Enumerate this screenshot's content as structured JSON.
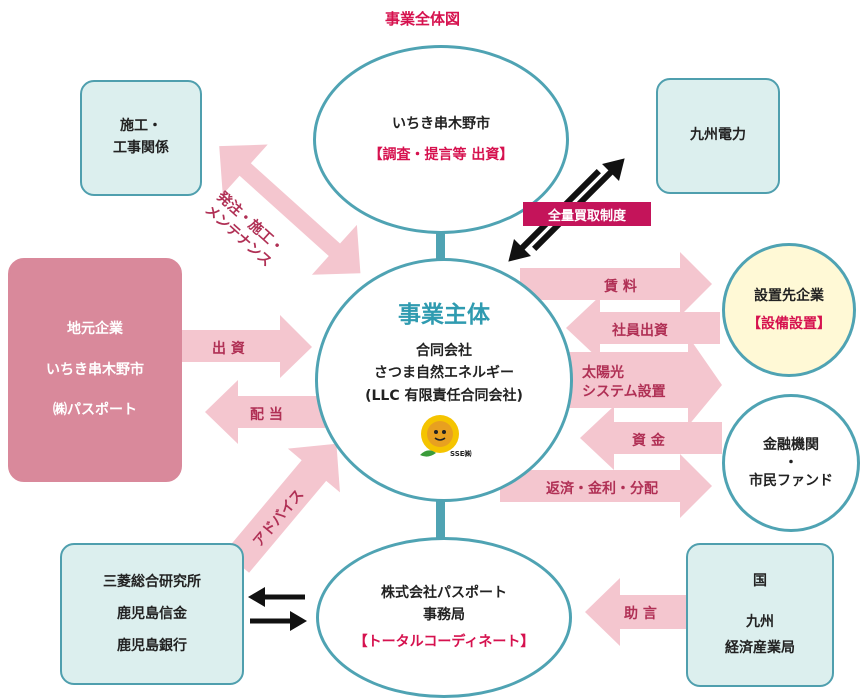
{
  "title": "事業全体図",
  "colors": {
    "accent": "#d6124f",
    "box_fill": "#dcefee",
    "box_border": "#4f9fae",
    "arrow": "#f4c6cf",
    "arrow_text": "#b03055",
    "main_title": "#2f9bb0",
    "local_box": "#d9899b",
    "policy_badge": "#c4145a"
  },
  "top_node": {
    "line1": "いちき串木野市",
    "line2": "【調査・提言等 出資】"
  },
  "center_node": {
    "title": "事業主体",
    "line1": "合同会社",
    "line2": "さつま自然エネルギー",
    "line3": "(LLC 有限責任合同会社)",
    "logo_text": "SSE㈱"
  },
  "bottom_node": {
    "line1": "株式会社パスポート",
    "line2": "事務局",
    "line3": "【トータルコーディネート】"
  },
  "construction_box": {
    "line1": "施工・",
    "line2": "工事関係"
  },
  "kyushu_power_box": {
    "line1": "九州電力"
  },
  "local_box": {
    "line1": "地元企業",
    "line2": "いちき串木野市",
    "line3": "㈱パスポート"
  },
  "installer_node": {
    "line1": "設置先企業",
    "line2": "【設備設置】"
  },
  "finance_node": {
    "line1": "金融機関",
    "line2": "・",
    "line3": "市民ファンド"
  },
  "research_box": {
    "line1": "三菱総合研究所",
    "line2": "鹿児島信金",
    "line3": "鹿児島銀行"
  },
  "gov_box": {
    "line1": "国",
    "line2": "九州",
    "line3": "経済産業局"
  },
  "policy_badge": "全量買取制度",
  "arrow_labels": {
    "order": "発注・施工・\nメンテナンス",
    "invest": "出 資",
    "dividend": "配 当",
    "advice_left": "アドバイス",
    "rent": "賃 料",
    "staff_invest": "社員出資",
    "solar": "太陽光\nシステム設置",
    "funds": "資 金",
    "repay": "返済・金利・分配",
    "advice_right": "助 言"
  }
}
